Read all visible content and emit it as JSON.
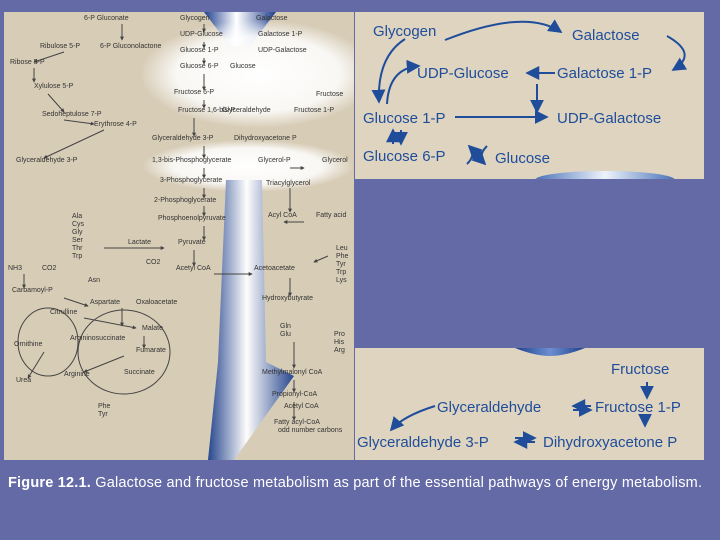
{
  "caption": {
    "label": "Figure 12.1.",
    "text": " Galactose and fructose metabolism as part of the essential pathways of energy metabolism."
  },
  "galactose_panel": {
    "glycogen": "Glycogen",
    "galactose": "Galactose",
    "udp_glucose": "UDP-Glucose",
    "galactose_1p": "Galactose 1-P",
    "glucose_1p": "Glucose 1-P",
    "udp_galactose": "UDP-Galactose",
    "glucose_6p": "Glucose 6-P",
    "glucose": "Glucose"
  },
  "fructose_panel": {
    "fructose": "Fructose",
    "glyceraldehyde": "Glyceraldehyde",
    "fructose_1p": "Fructose 1-P",
    "glyceraldehyde_3p": "Glyceraldehyde 3-P",
    "dihydroxyacetone_p": "Dihydroxyacetone P"
  },
  "map": {
    "top_left": [
      "6-P Gluconate",
      "Ribulose 5-P",
      "6-P Gluconolactone",
      "Ribose 5-P",
      "Xylulose 5-P",
      "Sedoheptulose 7-P",
      "Erythrose 4-P",
      "Glyceraldehyde 3-P"
    ],
    "top_center": [
      "Glycogen",
      "Galactose",
      "UDP-Glucose",
      "Galactose 1-P",
      "Glucose 1-P",
      "UDP-Galactose",
      "Glucose 6-P",
      "Glucose",
      "Fructose 6-P",
      "Fructose",
      "Fructose 1,6-bis-P",
      "Glyceraldehyde",
      "Fructose 1-P",
      "Glyceraldehyde 3-P",
      "Dihydroxyacetone P"
    ],
    "glycolysis": [
      "1,3-bis-Phosphoglycerate",
      "Glycerol-P",
      "Glycerol",
      "3-Phosphoglycerate",
      "Triacylglycerol",
      "2-Phosphoglycerate",
      "Acyl CoA",
      "Fatty acid",
      "Phosphoenolpyruvate",
      "Lactate",
      "Pyruvate",
      "Acetyl CoA",
      "CO2",
      "Acetoacetate",
      "Hydroxybutyrate"
    ],
    "amino_acids_left": [
      "Ala",
      "Cys",
      "Gly",
      "Ser",
      "Thr",
      "Trp"
    ],
    "amino_acids_right": [
      "Leu",
      "Phe",
      "Tyr",
      "Trp",
      "Lys"
    ],
    "urea_cycle": [
      "NH3",
      "CO2",
      "Carbamoyl-P",
      "Asn",
      "Aspartate",
      "Oxaloacetate",
      "Citrulline",
      "Argininosuccinate",
      "Ornithine",
      "Fumarate",
      "Malate",
      "Urea",
      "Arginine",
      "Succinate",
      "Phe",
      "Tyr"
    ],
    "bottom_right": [
      "Gln",
      "Glu",
      "Pro",
      "His",
      "Arg",
      "Methylmalonyl CoA",
      "Propionyl-CoA",
      "Acetyl CoA",
      "Fatty acyl-CoA",
      "odd number carbons"
    ]
  }
}
